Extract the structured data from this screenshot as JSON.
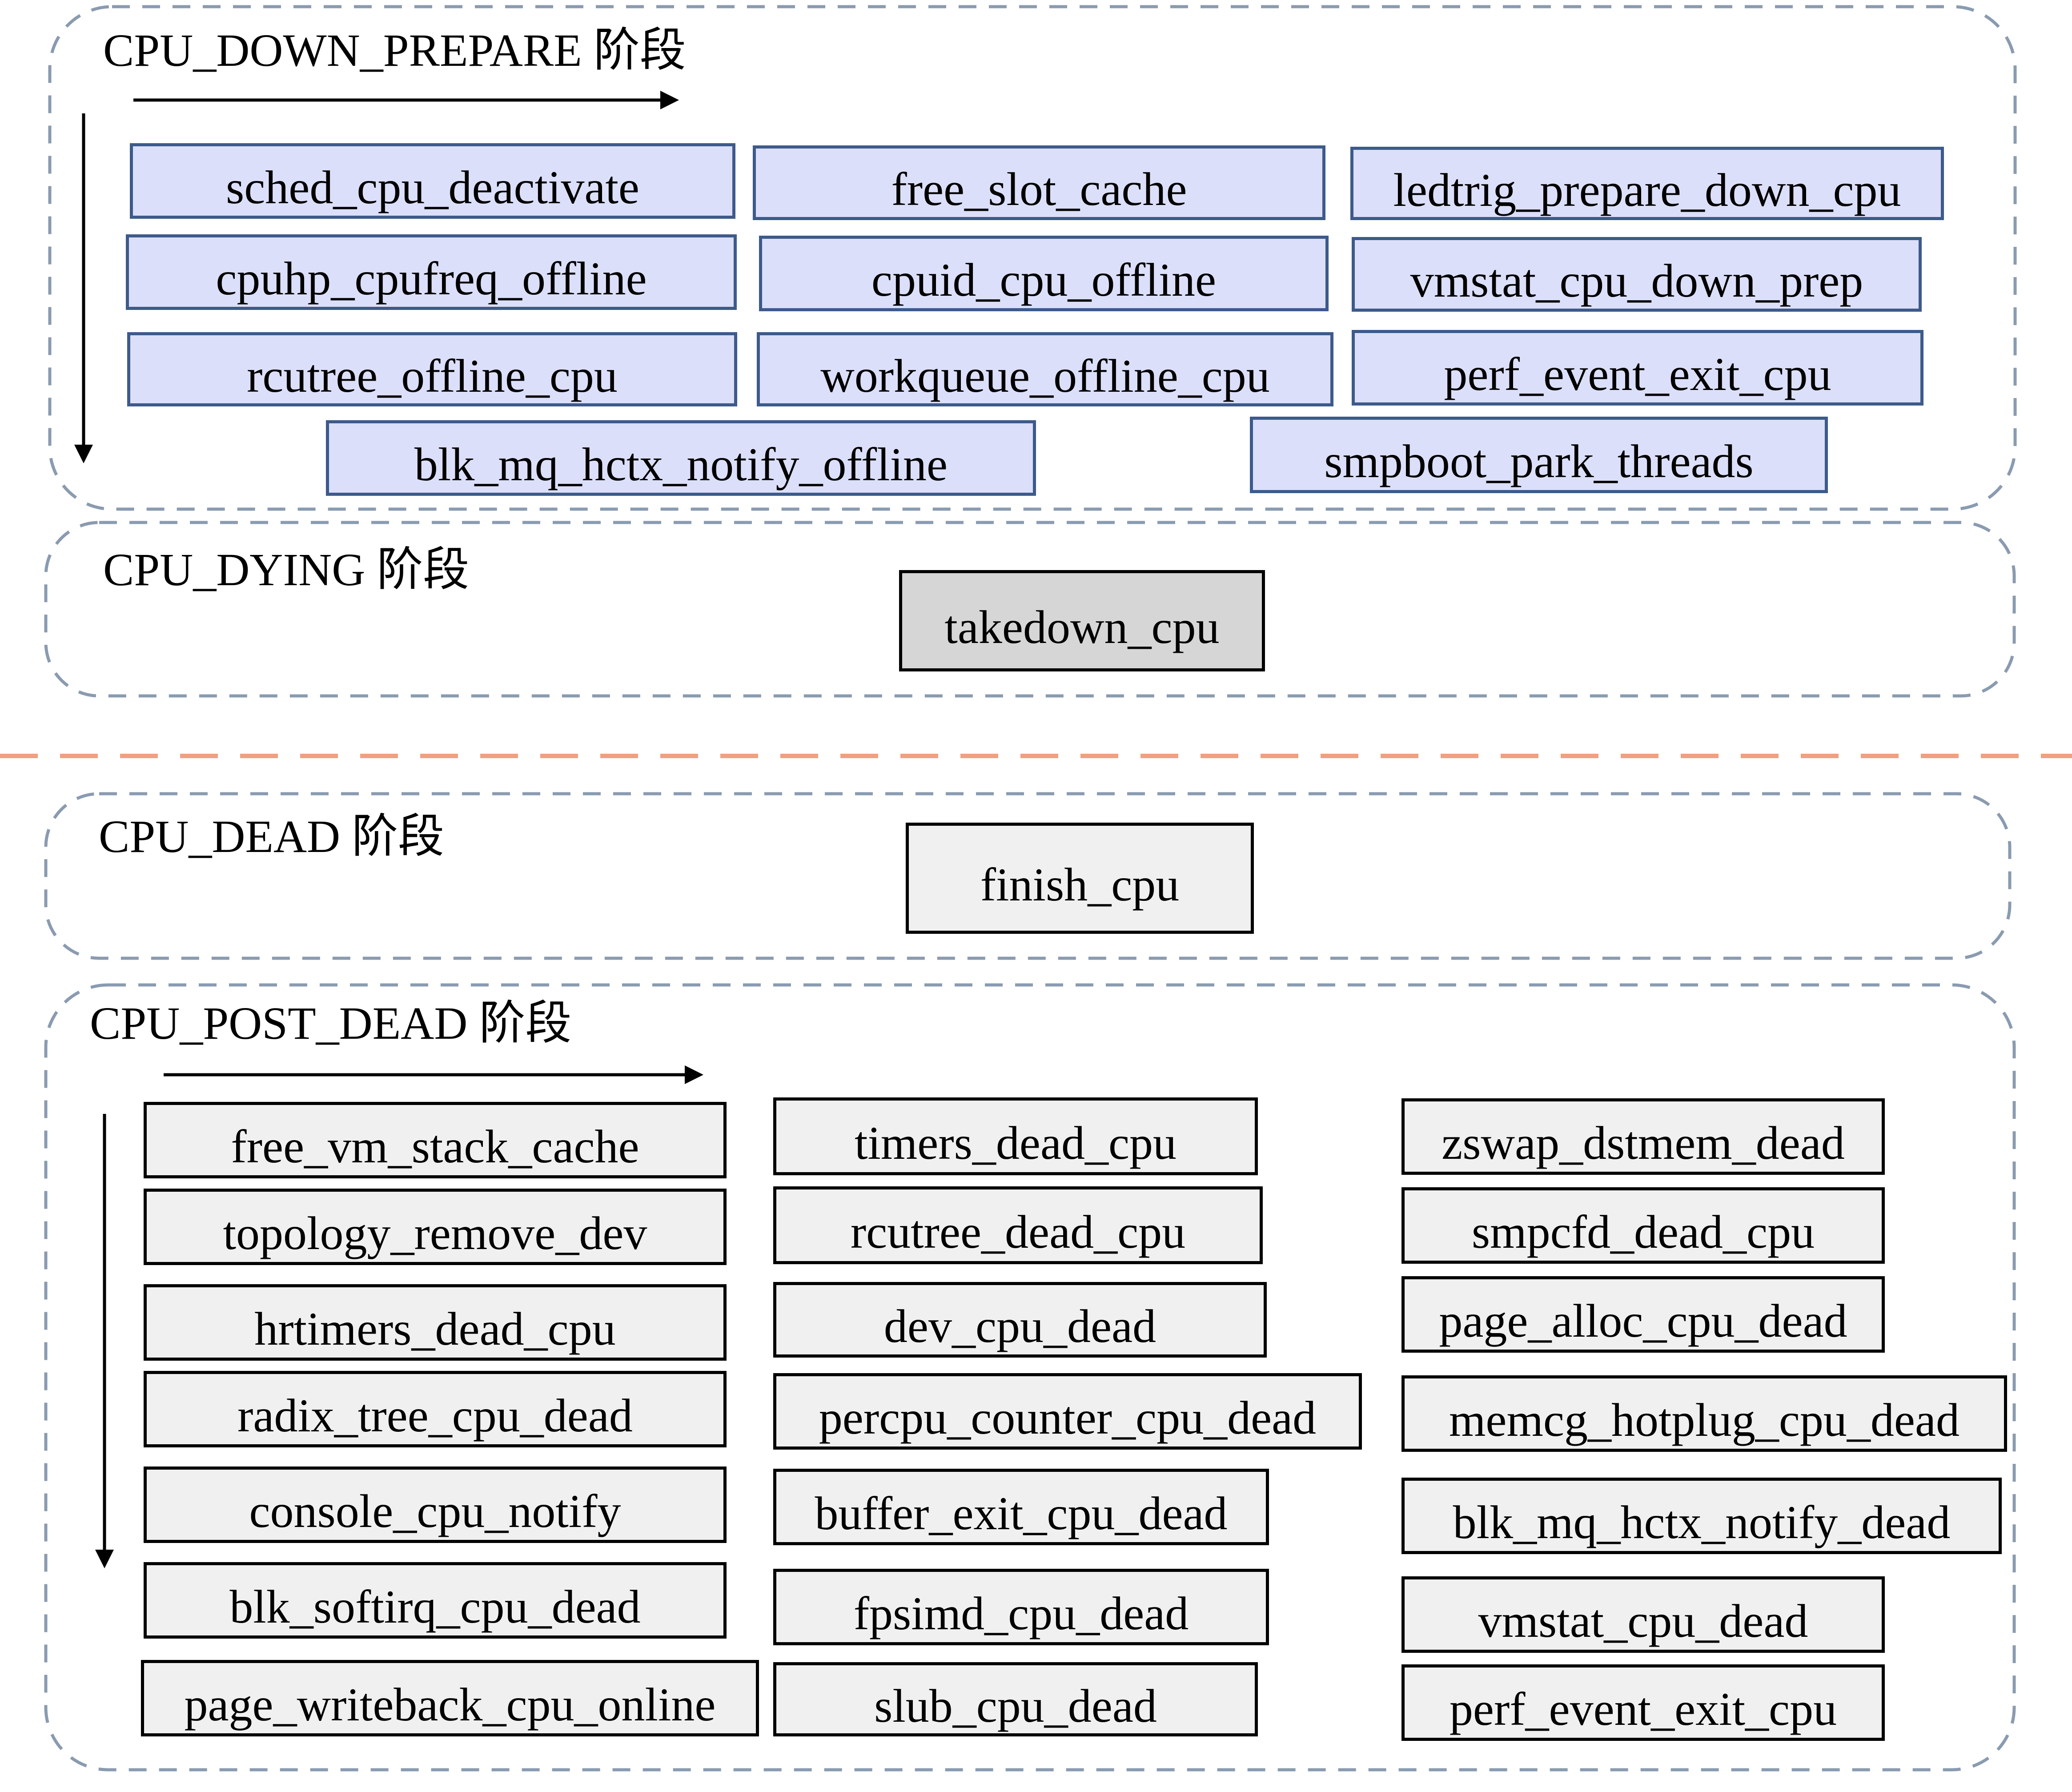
{
  "stages": {
    "down_prepare": {
      "title": "CPU_DOWN_PREPARE 阶段",
      "functions": [
        "sched_cpu_deactivate",
        "free_slot_cache",
        "ledtrig_prepare_down_cpu",
        "cpuhp_cpufreq_offline",
        "cpuid_cpu_offline",
        "vmstat_cpu_down_prep",
        "rcutree_offline_cpu",
        "workqueue_offline_cpu",
        "perf_event_exit_cpu",
        "blk_mq_hctx_notify_offline",
        "smpboot_park_threads"
      ]
    },
    "dying": {
      "title": "CPU_DYING 阶段",
      "functions": [
        "takedown_cpu"
      ]
    },
    "dead": {
      "title": "CPU_DEAD 阶段",
      "functions": [
        "finish_cpu"
      ]
    },
    "post_dead": {
      "title": "CPU_POST_DEAD 阶段",
      "functions": [
        "free_vm_stack_cache",
        "topology_remove_dev",
        "hrtimers_dead_cpu",
        "radix_tree_cpu_dead",
        "console_cpu_notify",
        "blk_softirq_cpu_dead",
        "page_writeback_cpu_online",
        "timers_dead_cpu",
        "rcutree_dead_cpu",
        "dev_cpu_dead",
        "percpu_counter_cpu_dead",
        "buffer_exit_cpu_dead",
        "fpsimd_cpu_dead",
        "slub_cpu_dead",
        "zswap_dstmem_dead",
        "smpcfd_dead_cpu",
        "page_alloc_cpu_dead",
        "memcg_hotplug_cpu_dead",
        "blk_mq_hctx_notify_dead",
        "vmstat_cpu_dead",
        "perf_event_exit_cpu"
      ]
    }
  },
  "colors": {
    "panel_border": "#8a9bb0",
    "divider": "#f0a080",
    "prepare_box_fill": "#dcdff9",
    "prepare_box_border": "#3d5a8a",
    "dead_box_fill": "#f0f0f0",
    "dying_box_fill": "#d6d6d6"
  }
}
